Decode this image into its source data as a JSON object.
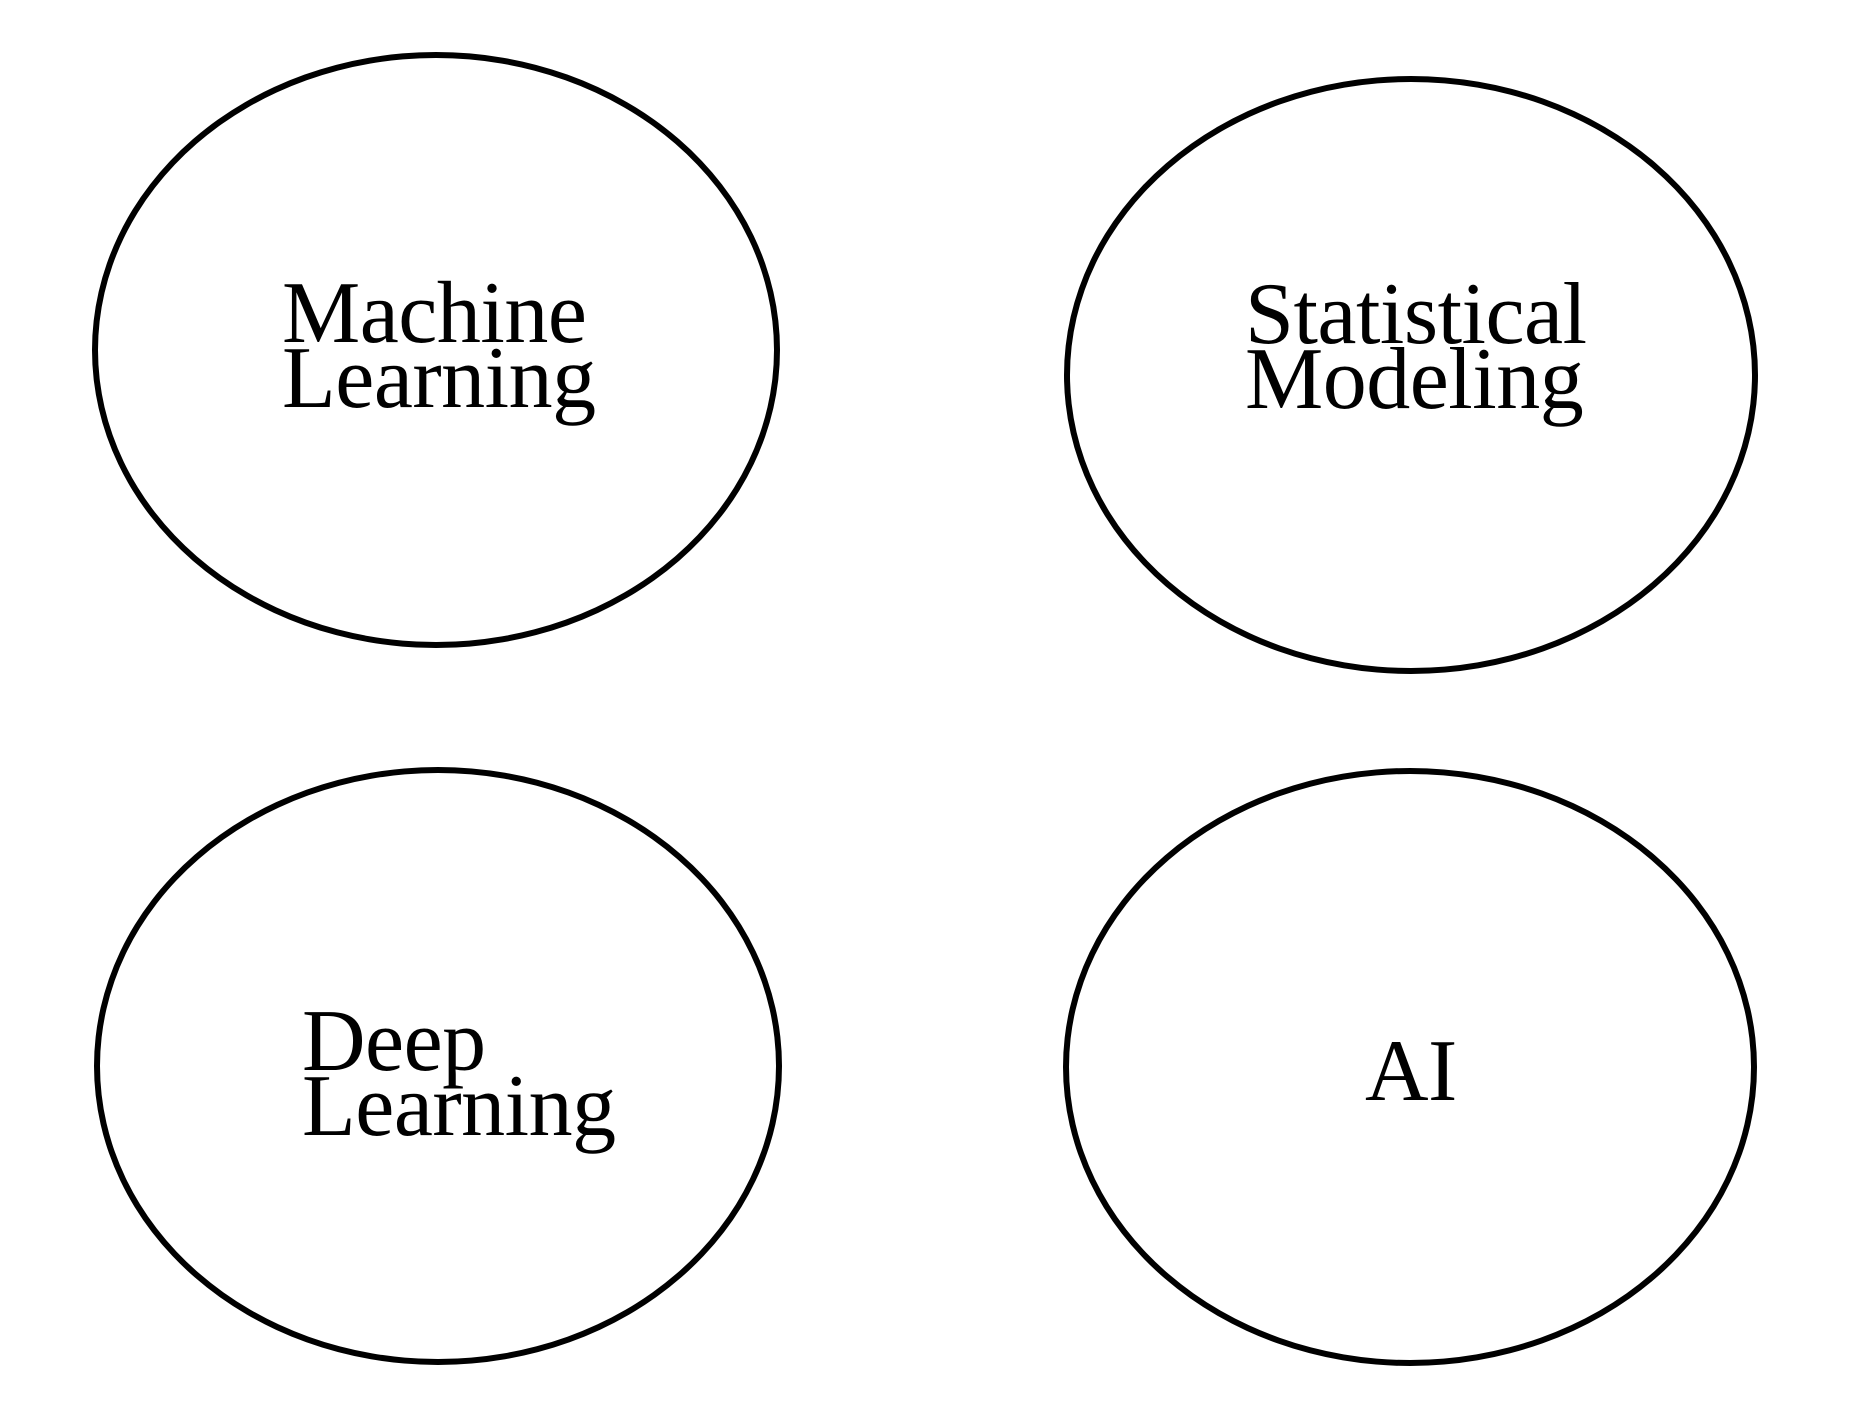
{
  "diagram": {
    "title": "",
    "background_color": "#ffffff",
    "stroke_color": "#000000",
    "text_color": "#000000",
    "nodes": {
      "ml": {
        "line1": "Machine",
        "line2": "Learning"
      },
      "sm": {
        "line1": "Statistical",
        "line2": "Modeling"
      },
      "dl": {
        "line1": "Deep",
        "line2": "Learning"
      },
      "ai": {
        "line1": "AI"
      }
    }
  }
}
